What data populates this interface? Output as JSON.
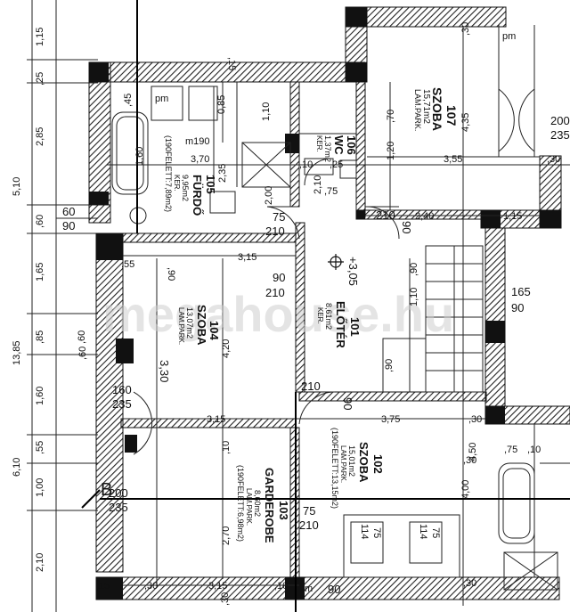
{
  "watermark": "megahouse.hu",
  "section_marker": "B",
  "left_dims": {
    "d1": "1,15",
    "d2": ",25",
    "d3": "2,85",
    "d4": "5,10",
    "d5": ",60",
    "d6": "1,65",
    "d7": ",85",
    "d8": ",60",
    "d9": "1,60",
    "d10": ",55",
    "d11": "1,00",
    "d12": "2,10",
    "total_a": "13,85",
    "total_b": "6,10",
    "w1": "60",
    "w2": "90"
  },
  "rooms": {
    "r107": {
      "num": "107",
      "name": "SZOBA",
      "area": "15,71m2",
      "floor": "LAM.PARK."
    },
    "r106": {
      "num": "106",
      "name": "WC",
      "area": "1,37m2",
      "floor": "KER."
    },
    "r105": {
      "num": "105",
      "name": "FÜRDŐ",
      "area": "9,95m2",
      "floor": "KER.",
      "extra": "(190FELETT:7,89m2)"
    },
    "r104": {
      "num": "104",
      "name": "SZOBA",
      "area": "13,07m2",
      "floor": "LAM.PARK."
    },
    "r101": {
      "num": "101",
      "name": "ELŐTÉR",
      "area": "8,61m2",
      "floor": "KER."
    },
    "r102": {
      "num": "102",
      "name": "SZOBA",
      "area": "15,01m2",
      "floor": "LAM.PARK.",
      "extra": "(190FELETT:13,15m2)"
    },
    "r103": {
      "num": "103",
      "name": "GARDEROBE",
      "area": "8,60m2",
      "floor": "LAM.PARK.",
      "extra": "(190FELETT:6,98m2)"
    }
  },
  "level": "+3,05",
  "labels": {
    "m190": "m190",
    "pm": "pm",
    "pm2": "pm",
    "m": "m",
    "d370": "3,70",
    "d235a": "2,35",
    "d110a": "1,10",
    "d085": "0,85",
    "d045": ",45",
    "d160": "1,60",
    "d015": ",15",
    "d200": "2,00",
    "d075a": "75",
    "d210a": "210",
    "d055": ",55",
    "d090a": ",90",
    "d315a": "3,15",
    "d090b": "90",
    "d210b": "210",
    "d420": "4,20",
    "d330": "3,30",
    "d160b": "160",
    "d235b": "235",
    "d315b": "3,15",
    "d010a": ",10",
    "d375": "3,75",
    "d030a": ",30",
    "d200b": "200",
    "d235c": "235",
    "d270": "2,70",
    "d015b": ",15",
    "d030b": ",30",
    "d315c": "3,15",
    "d010b": ",10",
    "d075b": "75",
    "d210c": "210",
    "d090c": "90",
    "d355": "3,55",
    "d435": "4,35",
    "d240": "2,40",
    "d115": "1,15",
    "d120": "1,20",
    "d070": ",70",
    "d075c": ",75",
    "d025": ",25",
    "d210d": "2,10",
    "d090d": "90",
    "d210e": "210",
    "d165": "165",
    "d090e": "90",
    "d200c": "200",
    "d235d": "235",
    "d030c": ",30",
    "d110b": "1,10",
    "d090f": ",90",
    "d090g": "90",
    "d210f": "210",
    "d400": "4,00",
    "d450": "4,50",
    "d075d": ",75",
    "d010c": ",10",
    "d114a": "114",
    "d075e": "75",
    "d114b": "114",
    "d075f": "75",
    "d060": ",60",
    "d030d": ",30",
    "d090h": ",90",
    "d010d": ",10",
    "d030e": ",30",
    "d030f": ",30",
    "d030g": ",30"
  }
}
